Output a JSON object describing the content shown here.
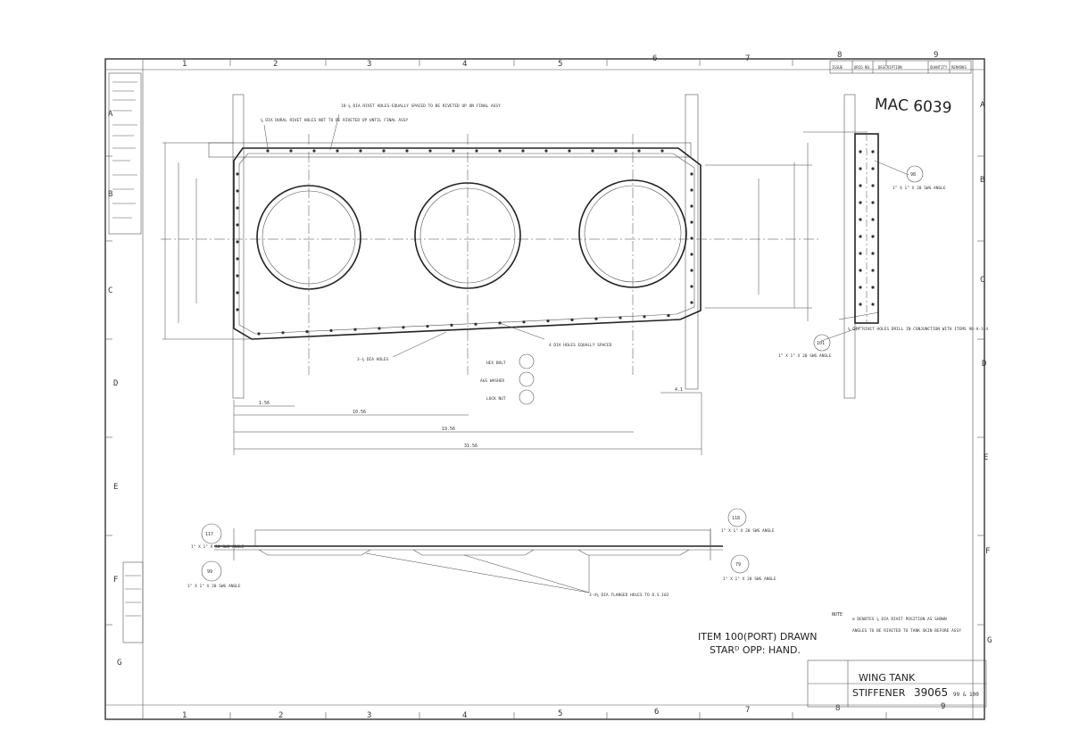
{
  "drawing": {
    "handwritten_ref": "MAC 6039",
    "title_line1": "WING TANK",
    "title_line2": "STIFFENER",
    "drawing_number": "39065",
    "items": "99 & 100",
    "note_item_line1": "ITEM 100(PORT) DRAWN",
    "note_item_line2": "STARᴰ OPP: HAND.",
    "note_label": "NOTE",
    "note_line1": "⊕ DENOTES ⅛ DIA RIVET POSITION AS SHOWN",
    "note_line2": "ANGLES TO BE RIVETED TO TANK SKIN BEFORE ASSY"
  },
  "grid": {
    "columns": [
      "1",
      "2",
      "3",
      "4",
      "5",
      "6",
      "7",
      "8",
      "9"
    ],
    "rows": [
      "A",
      "B",
      "C",
      "D",
      "E",
      "F",
      "G"
    ]
  },
  "revision_block": {
    "headers": [
      "ISSUE",
      "ORIG NO.",
      "DESCRIPTION",
      "QUANTITY",
      "REMARKS"
    ]
  },
  "callouts": {
    "rivet_holes_top": "18-⅛ DIA RIVET HOLES-EQUALLY SPACED TO BE RIVETED UP ON FINAL ASSY",
    "dural_rivet": "⅛ DIA DURAL RIVET HOLES NOT TO BE RIVETED UP UNTIL FINAL ASSY",
    "holes_bottom": "3-⅜ DIA HOLES",
    "holes_equal": "4 DIA HOLES EQUALLY SPACED",
    "bolt": "HEX BOLT",
    "washer": "AGS WASHER",
    "nut": "LOCK NUT",
    "flanged_holes": "3-4¾ DIA FLANGED HOLES TO D.S.102",
    "drill_note": "⅛ DIA RIVET HOLES DRILL IN CONJUNCTION WITH ITEMS 98-A-3-4",
    "angle_label": "1\" X 1\" X 20 SWG ANGLE"
  },
  "dimensions": {
    "d1": "1.56",
    "d2": "10.56",
    "d3": "19.56",
    "d4": "31.56",
    "d5": "4.1"
  },
  "item_balloons": [
    "98",
    "117",
    "99",
    "101",
    "118",
    "79"
  ]
}
